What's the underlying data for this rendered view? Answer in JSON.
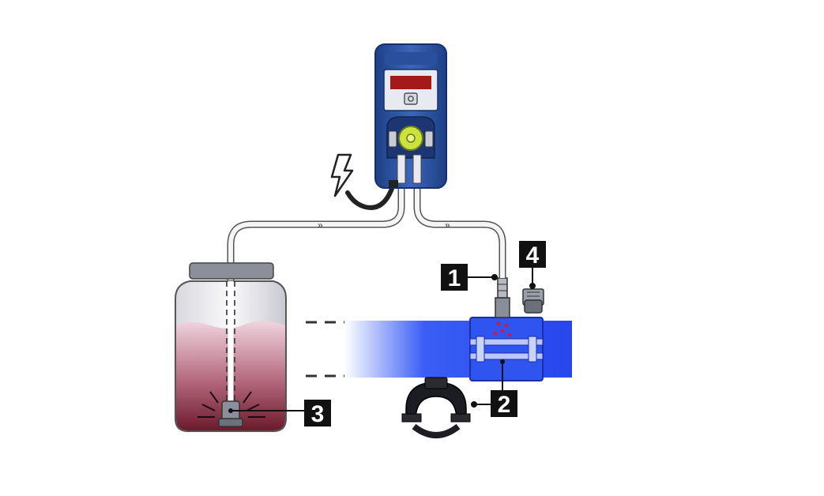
{
  "diagram": {
    "callouts": [
      {
        "id": "injection-valve",
        "label": "1"
      },
      {
        "id": "pipe-clamp-saddle",
        "label": "2"
      },
      {
        "id": "foot-valve",
        "label": "3"
      },
      {
        "id": "adapter-fitting",
        "label": "4"
      }
    ],
    "pump": {
      "display_text": "",
      "button_symbol": "⊙"
    },
    "colors": {
      "pump_body": "#2f5aa6",
      "pump_head": "#c9e33c",
      "pipe": "#2d4ff0",
      "liquid_top": "#e8c8d4",
      "liquid_bottom": "#7a1f2e",
      "label_bg": "#111111"
    },
    "icons": [
      "lightning-bolt-icon"
    ]
  }
}
